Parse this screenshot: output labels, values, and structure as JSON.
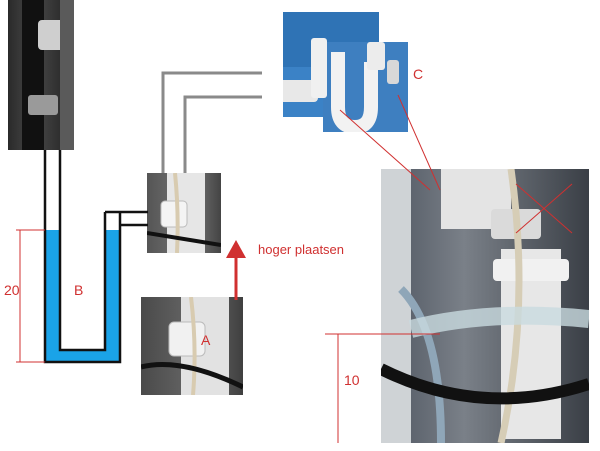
{
  "labels": {
    "a": "A",
    "b": "B",
    "c": "C",
    "raise_text": "hoger plaatsen",
    "height_20": "20",
    "height_10": "10"
  },
  "colors": {
    "annotation": "#d03030",
    "water": "#1aa3e8",
    "tube_outline": "#111111",
    "hose": "#8a8a8a"
  },
  "photos": [
    "photo-drain-hose-left",
    "photo-siphon-trap",
    "photo-connector-raised",
    "photo-connector-low",
    "photo-under-sink"
  ]
}
